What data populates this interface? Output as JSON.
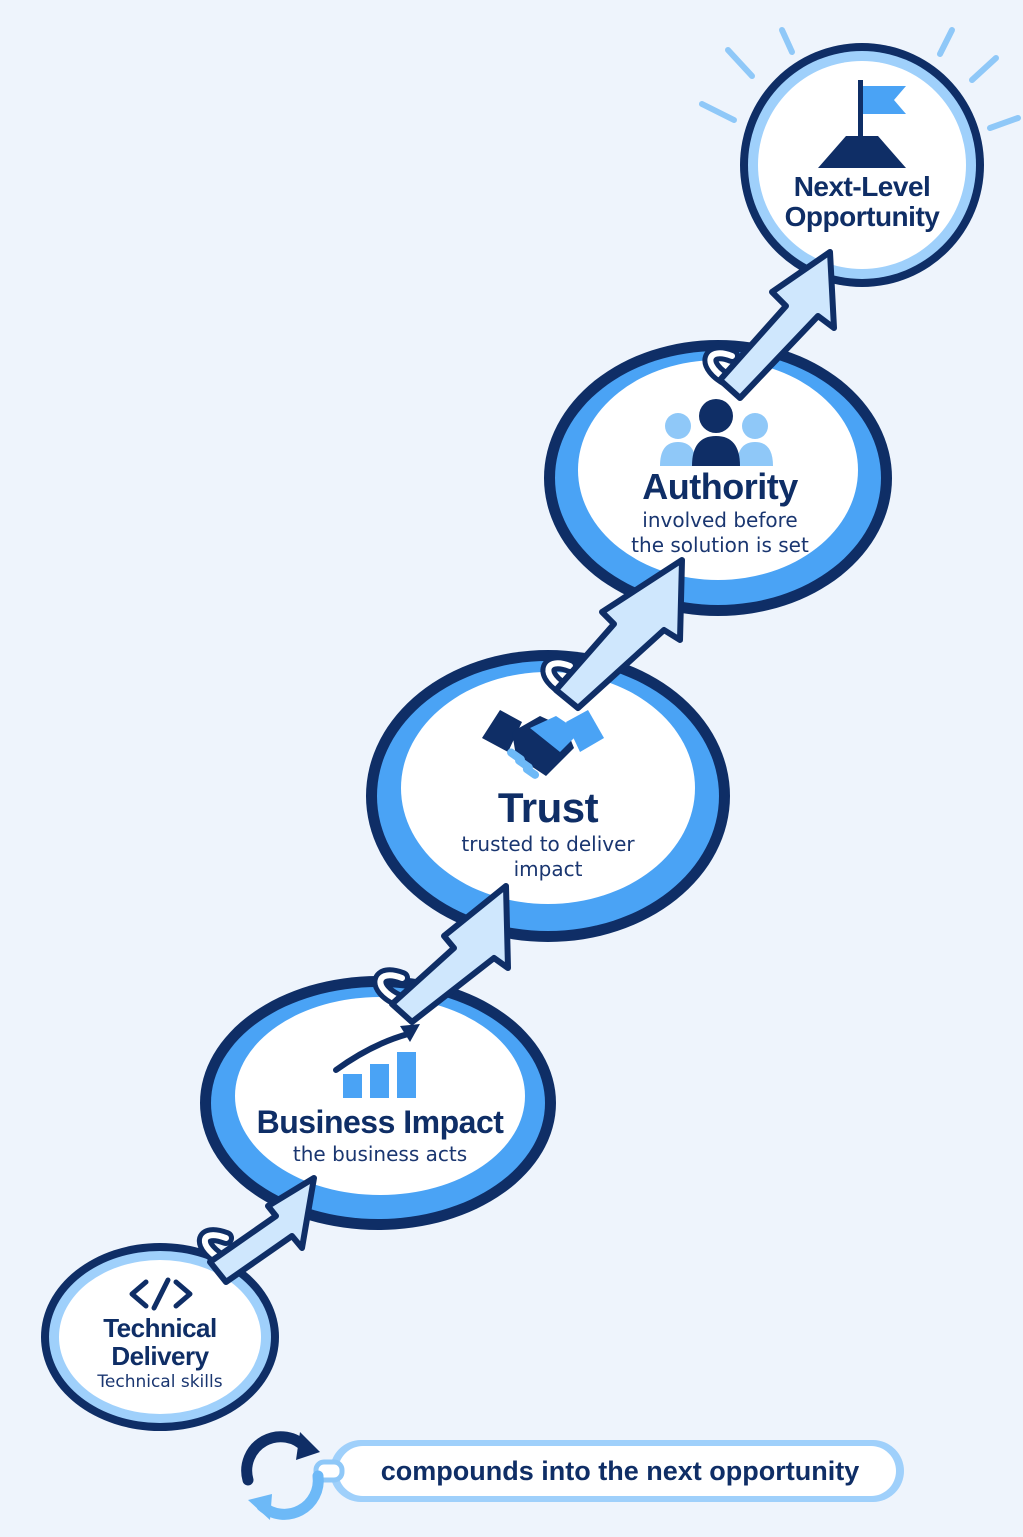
{
  "stages": [
    {
      "title_lines": [
        "Technical",
        "Delivery"
      ],
      "subtitle_lines": [
        "Technical skills"
      ],
      "icon": "code-icon"
    },
    {
      "title_lines": [
        "Business Impact"
      ],
      "subtitle_lines": [
        "the business acts"
      ],
      "icon": "growth-chart-icon"
    },
    {
      "title_lines": [
        "Trust"
      ],
      "subtitle_lines": [
        "trusted to deliver",
        "impact"
      ],
      "icon": "handshake-icon"
    },
    {
      "title_lines": [
        "Authority"
      ],
      "subtitle_lines": [
        "involved before",
        "the solution is set"
      ],
      "icon": "people-group-icon"
    },
    {
      "title_lines": [
        "Next-Level",
        "Opportunity"
      ],
      "subtitle_lines": [],
      "icon": "summit-flag-icon"
    }
  ],
  "footer": {
    "text": "compounds into the next opportunity",
    "icon": "cycle-icon"
  },
  "colors": {
    "background": "#eef4fc",
    "dark_navy": "#0f2e66",
    "primary_blue": "#4aa3f5",
    "light_blue": "#9fd0fb",
    "arrow_fill": "#cfe7fd",
    "white": "#ffffff"
  }
}
